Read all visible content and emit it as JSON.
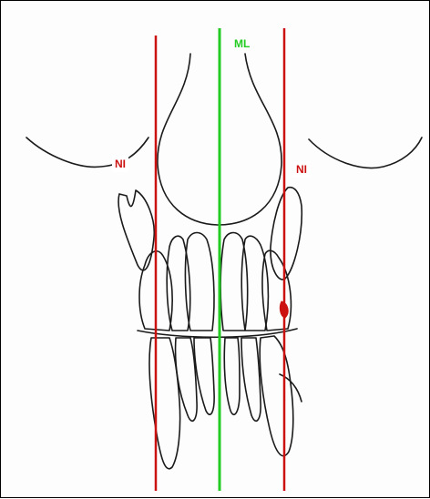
{
  "labels": {
    "midline": "ML",
    "ni_left": "NI",
    "ni_right": "NI"
  },
  "colors": {
    "midline": "#22cc22",
    "ni_lines": "#cc1111",
    "ni_text": "#cc1111",
    "midline_text": "#22cc22",
    "sketch": "#1a1a1a"
  }
}
